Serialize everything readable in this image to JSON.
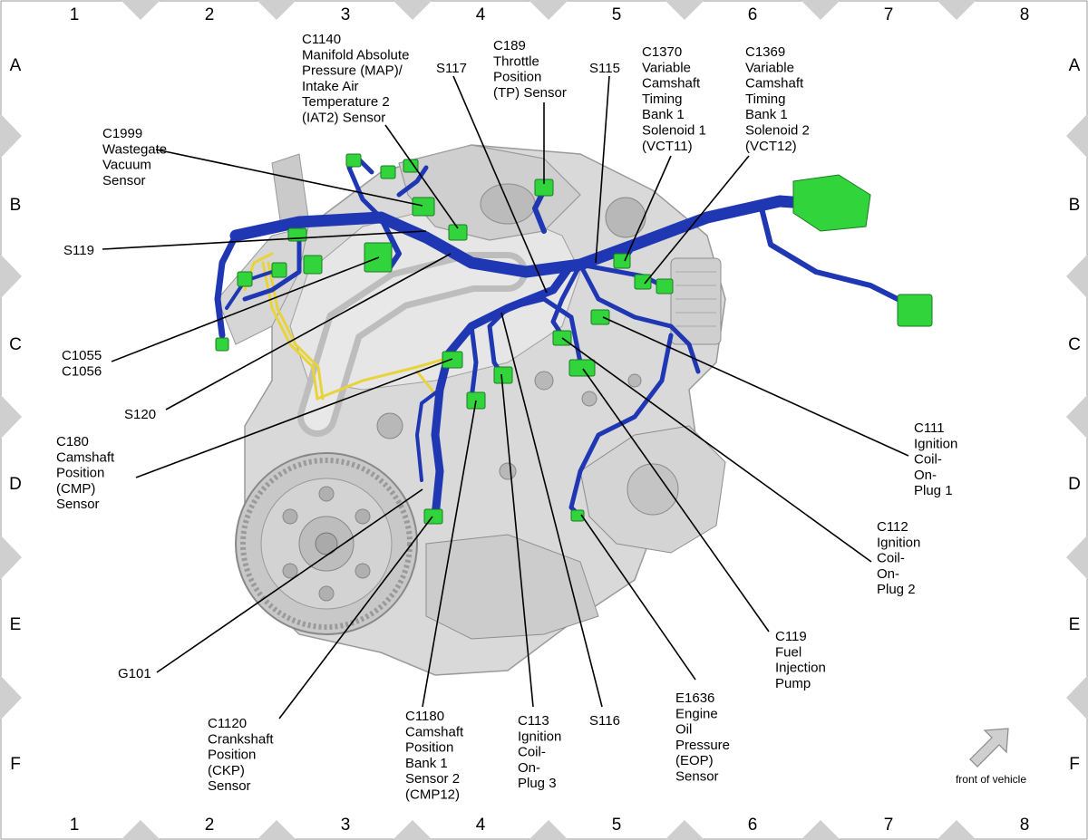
{
  "columns": [
    "1",
    "2",
    "3",
    "4",
    "5",
    "6",
    "7",
    "8"
  ],
  "rows": [
    "A",
    "B",
    "C",
    "D",
    "E",
    "F"
  ],
  "orientation_caption": "front of vehicle",
  "callouts": [
    {
      "id": "c1999",
      "lines": [
        "C1999",
        "Wastegate",
        "Vacuum",
        "Sensor"
      ]
    },
    {
      "id": "c1140",
      "lines": [
        "C1140",
        "Manifold Absolute",
        "Pressure (MAP)/",
        "Intake Air",
        "Temperature 2",
        "(IAT2) Sensor"
      ]
    },
    {
      "id": "s117",
      "lines": [
        "S117"
      ]
    },
    {
      "id": "c189",
      "lines": [
        "C189",
        "Throttle",
        "Position",
        "(TP) Sensor"
      ]
    },
    {
      "id": "s115",
      "lines": [
        "S115"
      ]
    },
    {
      "id": "c1370",
      "lines": [
        "C1370",
        "Variable",
        "Camshaft",
        "Timing",
        "Bank 1",
        "Solenoid 1",
        "(VCT11)"
      ]
    },
    {
      "id": "c1369",
      "lines": [
        "C1369",
        "Variable",
        "Camshaft",
        "Timing",
        "Bank 1",
        "Solenoid 2",
        "(VCT12)"
      ]
    },
    {
      "id": "s119",
      "lines": [
        "S119"
      ]
    },
    {
      "id": "c1055",
      "lines": [
        "C1055",
        "C1056"
      ]
    },
    {
      "id": "s120",
      "lines": [
        "S120"
      ]
    },
    {
      "id": "c180",
      "lines": [
        "C180",
        "Camshaft",
        "Position",
        "(CMP)",
        "Sensor"
      ]
    },
    {
      "id": "c111",
      "lines": [
        "C111",
        "Ignition",
        "Coil-",
        "On-",
        "Plug 1"
      ]
    },
    {
      "id": "c112",
      "lines": [
        "C112",
        "Ignition",
        "Coil-",
        "On-",
        "Plug 2"
      ]
    },
    {
      "id": "c119",
      "lines": [
        "C119",
        "Fuel",
        "Injection",
        "Pump"
      ]
    },
    {
      "id": "g101",
      "lines": [
        "G101"
      ]
    },
    {
      "id": "c1120",
      "lines": [
        "C1120",
        "Crankshaft",
        "Position",
        "(CKP)",
        "Sensor"
      ]
    },
    {
      "id": "c1180",
      "lines": [
        "C1180",
        "Camshaft",
        "Position",
        "Bank 1",
        "Sensor 2",
        "(CMP12)"
      ]
    },
    {
      "id": "c113",
      "lines": [
        "C113",
        "Ignition",
        "Coil-",
        "On-",
        "Plug 3"
      ]
    },
    {
      "id": "s116",
      "lines": [
        "S116"
      ]
    },
    {
      "id": "e1636",
      "lines": [
        "E1636",
        "Engine",
        "Oil",
        "Pressure",
        "(EOP)",
        "Sensor"
      ]
    }
  ]
}
